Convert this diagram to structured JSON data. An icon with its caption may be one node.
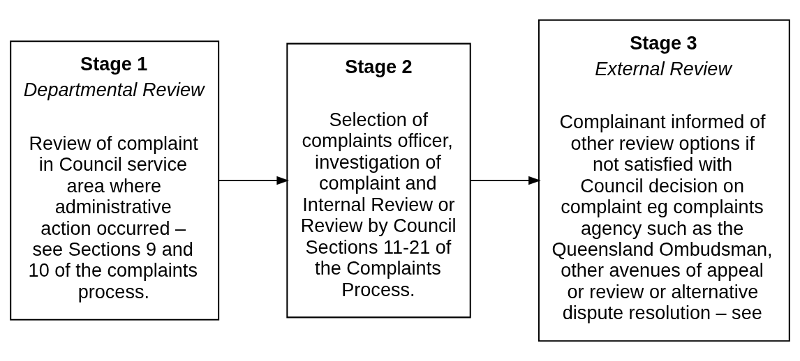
{
  "diagram": {
    "nodes": [
      {
        "text": [
          "Stage 1",
          "Departmental Review",
          "Review of complaint in Council service area where administrative action occurred – see Sections 9 and 10 of the complaints process."
        ]
      },
      {
        "text": [
          "Stage 2",
          "Selection of complaints officer, investigation of complaint and Internal Review or Review by Council Sections 11-21 of the Complaints Process."
        ]
      },
      {
        "text": [
          "Stage 3",
          "External Review",
          "Complainant informed of other review options if not satisfied with Council decision on complaint eg complaints agency such as the Queensland Ombudsman, other avenues of appeal or review or alternative dispute resolution – see"
        ]
      }
    ],
    "edges": [
      {
        "from": 0,
        "to": 1,
        "arrow": "to"
      },
      {
        "from": 1,
        "to": 2,
        "arrow": "to"
      }
    ]
  }
}
